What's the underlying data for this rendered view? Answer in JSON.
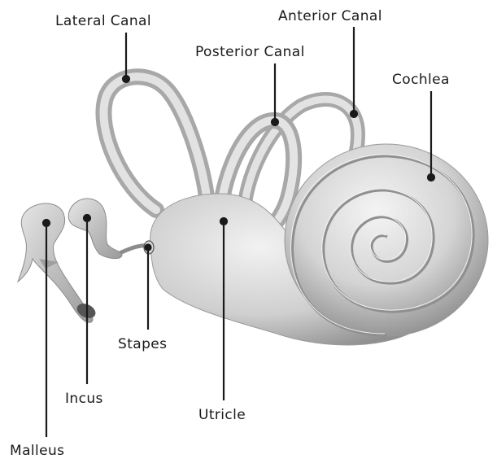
{
  "labels": {
    "lateral_canal": "Lateral Canal",
    "anterior_canal": "Anterior Canal",
    "posterior_canal": "Posterior Canal",
    "cochlea": "Cochlea",
    "stapes": "Stapes",
    "incus": "Incus",
    "utricle": "Utricle",
    "malleus": "Malleus"
  },
  "colors": {
    "background": "#ffffff",
    "structure": "#c9c9c9",
    "leader_line": "#1a1a1a",
    "text": "#1a1a1a"
  }
}
